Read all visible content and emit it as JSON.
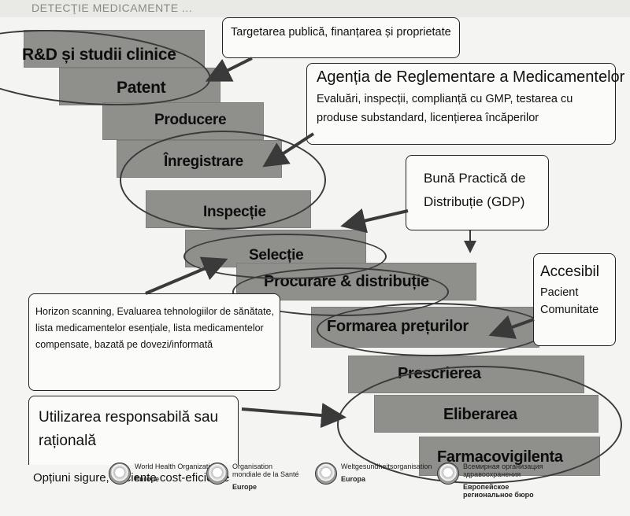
{
  "header_text": "DETECŢIE MEDICAMENTE ... ",
  "steps": [
    "R&D și studii clinice",
    "Patent",
    "Producere",
    "Înregistrare",
    "Inspecție",
    "Selecție",
    "Procurare & distribuție",
    "Formarea prețurilor",
    "Prescrierea",
    "Eliberarea",
    "Farmacovigilenta"
  ],
  "boxes": {
    "targeting": "Targetarea publică, finanțarea și proprietate",
    "agency_title": "Agenția de Reglementare a Medicamentelor",
    "agency_line1": "Evaluări, inspecții, complianță cu GMP, testarea cu",
    "agency_line2": "produse substandard, licențierea încăperilor",
    "gdp_line1": "Bună Practică de",
    "gdp_line2": "Distribuție (GDP)",
    "access_title": "Accesibil",
    "access_line1": "Pacient",
    "access_line2": "Comunitate",
    "hs_line1": "Horizon scanning, Evaluarea tehnologiilor de sănătate,",
    "hs_line2": "lista medicamentelor esențiale, lista medicamentelor",
    "hs_line3": "compensate, bazată pe dovezi/informată",
    "use_line1": "Utilizarea responsabilă sau",
    "use_line2": "rațională"
  },
  "footer_text": "Opțiuni sigure, eficiente cost-eficiente",
  "logos": [
    {
      "name": "World Health Organization",
      "sub": "Europe"
    },
    {
      "name": "Organisation mondiale de la Santé",
      "sub": "Europe"
    },
    {
      "name": "Weltgesundheitsorganisation",
      "sub": "Europa"
    },
    {
      "name": "Всемирная организация здравоохранения",
      "sub": "Европейское региональное бюро"
    }
  ]
}
